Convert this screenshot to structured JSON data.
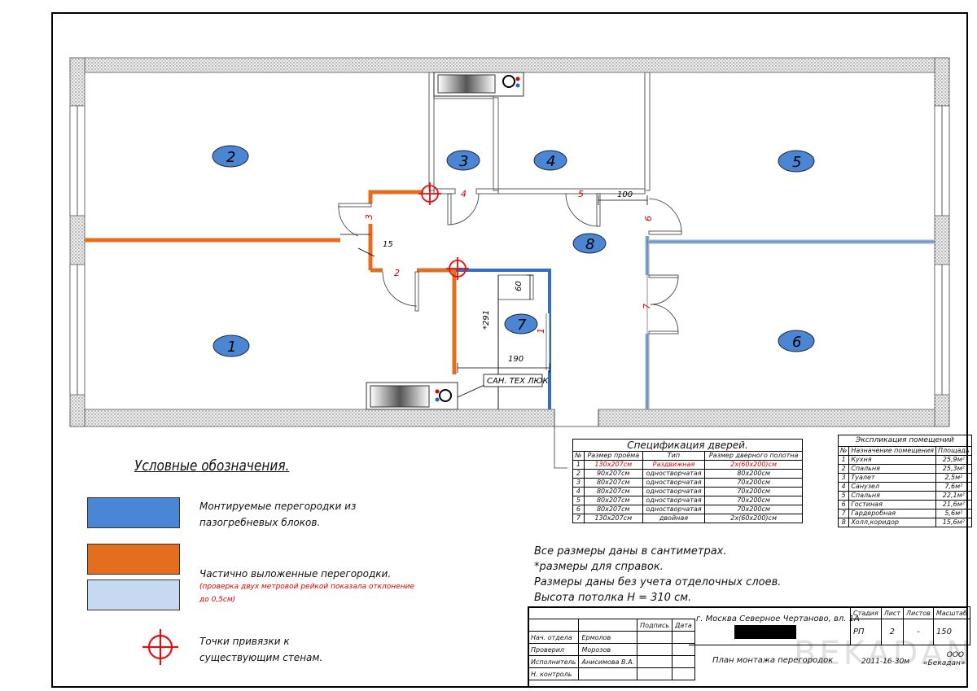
{
  "rooms": [
    {
      "id": "1",
      "label": "1"
    },
    {
      "id": "2",
      "label": "2"
    },
    {
      "id": "3",
      "label": "3"
    },
    {
      "id": "4",
      "label": "4"
    },
    {
      "id": "5",
      "label": "5"
    },
    {
      "id": "6",
      "label": "6"
    },
    {
      "id": "7",
      "label": "7"
    },
    {
      "id": "8",
      "label": "8"
    }
  ],
  "door_marks": [
    "1",
    "2",
    "3",
    "4",
    "5",
    "6",
    "7"
  ],
  "dimensions": {
    "d100": "100",
    "d15": "15",
    "d60": "60",
    "d291": "*291",
    "d190": "190",
    "hatch": "САН. ТЕХ ЛЮК"
  },
  "legend": {
    "title": "Условные обозначения.",
    "blue_line1": "Монтируемые перегородки из",
    "blue_line2": "пазогребневых блоков.",
    "orange_text": "Частично выложенные перегородки.",
    "orange_note1": "(проверка двух метровой рейкой показала отклонение",
    "orange_note2": "до 0,5см)",
    "anchor_line1": "Точки привязки к",
    "anchor_line2": "существующим стенам.",
    "colors": {
      "blue": "#4a86d4",
      "orange": "#e36f1e",
      "lightblue": "#c5d9f1",
      "red": "#e01010"
    }
  },
  "door_spec": {
    "title": "Спецификация дверей.",
    "headers": [
      "№",
      "Размер проёма",
      "Тип",
      "Размер дверного полотна"
    ],
    "rows": [
      [
        "1",
        "130х207см",
        "Раздвижная",
        "2х(60х200)см"
      ],
      [
        "2",
        "90х207см",
        "одностворчатая",
        "80х200см"
      ],
      [
        "3",
        "80х207см",
        "одностворчатая",
        "70х200см"
      ],
      [
        "4",
        "80х207см",
        "одностворчатая",
        "70х200см"
      ],
      [
        "5",
        "80х207см",
        "одностворчатая",
        "70х200см"
      ],
      [
        "6",
        "80х207см",
        "одностворчатая",
        "70х200см"
      ],
      [
        "7",
        "130х207см",
        "двойная",
        "2х(60х200)см"
      ]
    ]
  },
  "room_expl": {
    "title": "Экспликация помещений",
    "headers": [
      "№",
      "Назначение помещения",
      "Площадь"
    ],
    "rows": [
      [
        "1",
        "Кухня",
        "25,9м²"
      ],
      [
        "2",
        "Спальня",
        "25,3м²"
      ],
      [
        "3",
        "Туалет",
        "2,5м²"
      ],
      [
        "4",
        "Санузел",
        "7,6м²"
      ],
      [
        "5",
        "Спальня",
        "22,1м²"
      ],
      [
        "6",
        "Гостиная",
        "21,6м²"
      ],
      [
        "7",
        "Гардеробная",
        "5,6м²"
      ],
      [
        "8",
        "Холл,коридор",
        "15,6м²"
      ]
    ]
  },
  "notes": [
    "Все размеры даны в сантиметрах.",
    "*размеры для справок.",
    "Размеры даны без учета отделочных слоев.",
    "Высота потолка H = 310 см."
  ],
  "title_block": {
    "podpis": "Подпись",
    "data": "Дата",
    "address": "г. Москва Северное Чертаново, вл. 1А",
    "roles": [
      "Нач. отдела",
      "Проверил",
      "Исполнитель",
      "Н. контроль"
    ],
    "names": [
      "Ермолов",
      "Морозов",
      "Анисимова В.А.",
      ""
    ],
    "stage_h": "Стадия",
    "sheet_h": "Лист",
    "sheets_h": "Листов",
    "scale_h": "Масштаб",
    "stage": "РП",
    "sheet": "2",
    "sheets": "-",
    "scale": "150",
    "drawing_title": "План монтажа перегородок",
    "date": "2011-16-30м",
    "org": "ООО «Бекадан»",
    "watermark": "BEKADAN"
  }
}
